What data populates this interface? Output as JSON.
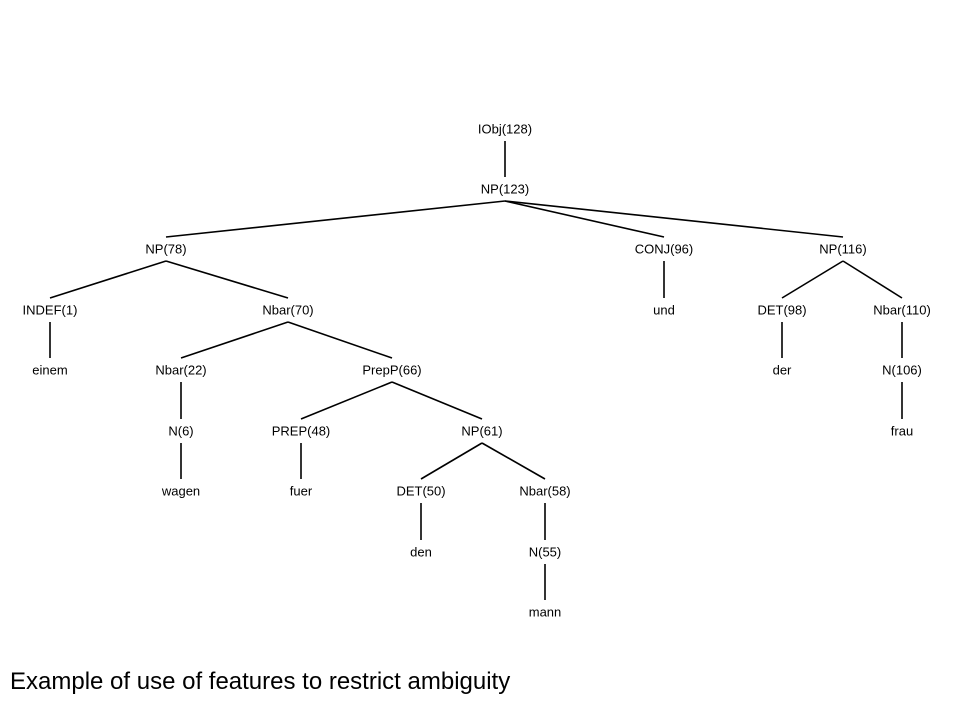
{
  "caption": "Example of use of features to restrict ambiguity",
  "tree": {
    "nodes": [
      {
        "id": "iobj128",
        "label": "IObj(128)"
      },
      {
        "id": "np123",
        "label": "NP(123)"
      },
      {
        "id": "np78",
        "label": "NP(78)"
      },
      {
        "id": "conj96",
        "label": "CONJ(96)"
      },
      {
        "id": "np116",
        "label": "NP(116)"
      },
      {
        "id": "indef1",
        "label": "INDEF(1)"
      },
      {
        "id": "nbar70",
        "label": "Nbar(70)"
      },
      {
        "id": "und",
        "label": "und"
      },
      {
        "id": "det98",
        "label": "DET(98)"
      },
      {
        "id": "nbar110",
        "label": "Nbar(110)"
      },
      {
        "id": "einem",
        "label": "einem"
      },
      {
        "id": "nbar22",
        "label": "Nbar(22)"
      },
      {
        "id": "prepp66",
        "label": "PrepP(66)"
      },
      {
        "id": "der",
        "label": "der"
      },
      {
        "id": "n106",
        "label": "N(106)"
      },
      {
        "id": "n6",
        "label": "N(6)"
      },
      {
        "id": "prep48",
        "label": "PREP(48)"
      },
      {
        "id": "np61",
        "label": "NP(61)"
      },
      {
        "id": "frau",
        "label": "frau"
      },
      {
        "id": "wagen",
        "label": "wagen"
      },
      {
        "id": "fuer",
        "label": "fuer"
      },
      {
        "id": "det50",
        "label": "DET(50)"
      },
      {
        "id": "nbar58",
        "label": "Nbar(58)"
      },
      {
        "id": "den",
        "label": "den"
      },
      {
        "id": "n55",
        "label": "N(55)"
      },
      {
        "id": "mann",
        "label": "mann"
      }
    ],
    "edges": [
      [
        "iobj128",
        "np123"
      ],
      [
        "np123",
        "np78"
      ],
      [
        "np123",
        "conj96"
      ],
      [
        "np123",
        "np116"
      ],
      [
        "np78",
        "indef1"
      ],
      [
        "np78",
        "nbar70"
      ],
      [
        "conj96",
        "und"
      ],
      [
        "np116",
        "det98"
      ],
      [
        "np116",
        "nbar110"
      ],
      [
        "indef1",
        "einem"
      ],
      [
        "nbar70",
        "nbar22"
      ],
      [
        "nbar70",
        "prepp66"
      ],
      [
        "det98",
        "der"
      ],
      [
        "nbar110",
        "n106"
      ],
      [
        "nbar22",
        "n6"
      ],
      [
        "prepp66",
        "prep48"
      ],
      [
        "prepp66",
        "np61"
      ],
      [
        "n106",
        "frau"
      ],
      [
        "n6",
        "wagen"
      ],
      [
        "prep48",
        "fuer"
      ],
      [
        "np61",
        "det50"
      ],
      [
        "np61",
        "nbar58"
      ],
      [
        "det50",
        "den"
      ],
      [
        "nbar58",
        "n55"
      ],
      [
        "n55",
        "mann"
      ]
    ]
  }
}
